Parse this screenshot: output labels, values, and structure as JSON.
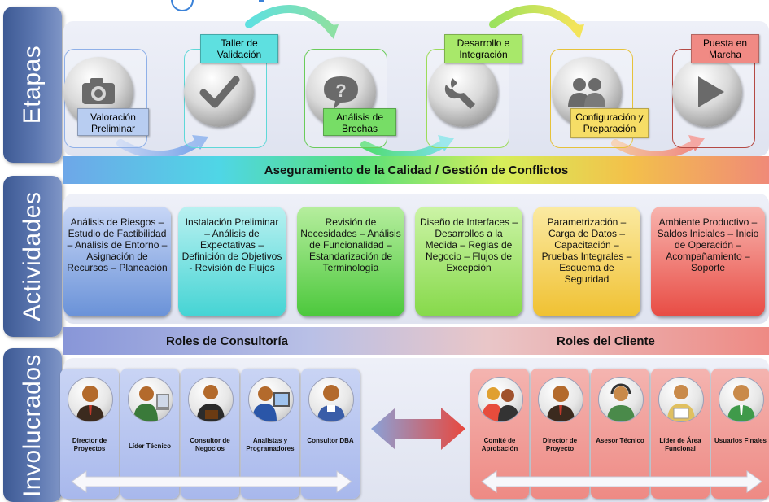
{
  "sections": {
    "etapas": "Etapas",
    "actividades": "Actividades",
    "involucrados": "Involucrados"
  },
  "stages": [
    {
      "label": "Valoración Preliminar",
      "icon": "camera-icon",
      "color": "#b8cdf1"
    },
    {
      "label": "Taller de Validación",
      "icon": "checkmark-icon",
      "color": "#5ee0e0"
    },
    {
      "label": "Análisis de Brechas",
      "icon": "question-icon",
      "color": "#77dd66"
    },
    {
      "label": "Desarrollo e Integración",
      "icon": "wrench-icon",
      "color": "#a8e86a"
    },
    {
      "label": "Configuración y Preparación",
      "icon": "people-icon",
      "color": "#f6dd66"
    },
    {
      "label": "Puesta en Marcha",
      "icon": "play-icon",
      "color": "#f08a84"
    }
  ],
  "quality_bar": "Aseguramiento de la Calidad / Gestión de Conflictos",
  "activities": [
    {
      "text": "Análisis de Riesgos – Estudio de Factibilidad – Análisis de Entorno – Asignación de Recursos – Planeación"
    },
    {
      "text": "Instalación Preliminar – Análisis de Expectativas – Definición de Objetivos - Revisión de Flujos"
    },
    {
      "text": "Revisión de Necesidades – Análisis de Funcionalidad – Estandarización de Terminología"
    },
    {
      "text": "Diseño de Interfaces – Desarrollos a la Medida – Reglas de Negocio – Flujos de Excepción"
    },
    {
      "text": "Parametrización – Carga de Datos – Capacitación – Pruebas Integrales – Esquema de Seguridad"
    },
    {
      "text": "Ambiente Productivo – Saldos Iniciales – Inicio de Operación – Acompañamiento – Soporte"
    }
  ],
  "roles": {
    "consultoria_title": "Roles de Consultoría",
    "cliente_title": "Roles del Cliente",
    "consultoria": [
      "Director de Proyectos",
      "Líder Técnico",
      "Consultor de Negocios",
      "Analistas y Programadores",
      "Consultor DBA"
    ],
    "cliente": [
      "Comité de Aprobación",
      "Director de Proyecto",
      "Asesor Técnico",
      "Líder de Área Funcional",
      "Usuarios Finales"
    ]
  }
}
